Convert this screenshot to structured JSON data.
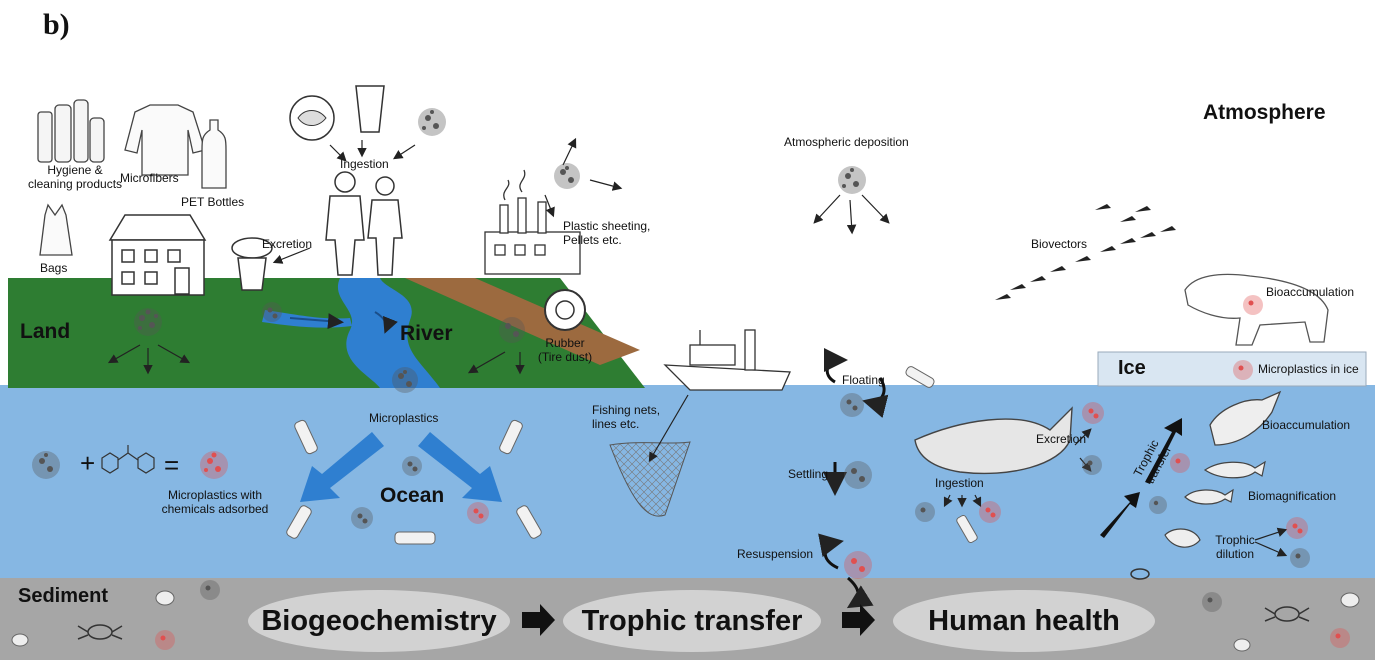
{
  "panel_label": "b)",
  "regions": {
    "atmosphere": "Atmosphere",
    "land": "Land",
    "river": "River",
    "ocean": "Ocean",
    "ice": "Ice",
    "sediment": "Sediment"
  },
  "labels": {
    "hygiene": "Hygiene &\ncleaning products",
    "microfibers": "Microfibers",
    "pet_bottles": "PET Bottles",
    "bags": "Bags",
    "ingestion_human": "Ingestion",
    "excretion_human": "Excretion",
    "plastic_sheeting": "Plastic sheeting,\nPellets etc.",
    "rubber": "Rubber\n(Tire dust)",
    "microplastics": "Microplastics",
    "microplastics_chemicals": "Microplastics with\nchemicals adsorbed",
    "atmospheric_deposition": "Atmospheric deposition",
    "biovectors": "Biovectors",
    "bioaccumulation_bear": "Bioaccumulation",
    "microplastics_ice": "Microplastics in ice",
    "fishing_nets": "Fishing nets,\nlines etc.",
    "floating": "Floating",
    "settling": "Settling",
    "resuspension": "Resuspension",
    "ingestion_whale": "Ingestion",
    "excretion_whale": "Excretion",
    "trophic_transfer_arrow": "Trophic\ntransfer",
    "bioaccumulation_seal": "Bioaccumulation",
    "biomagnification": "Biomagnification",
    "trophic_dilution": "Trophic\ndilution"
  },
  "flow": [
    "Biogeochemistry",
    "Trophic transfer",
    "Human health"
  ],
  "colors": {
    "land": "#2e7d32",
    "ocean": "#86b7e3",
    "river": "#2f7fd0",
    "sediment": "#a6a6a6",
    "ice": "#d9e6f2",
    "soil": "#9c6a3f",
    "pill": "#d2d2d2",
    "microplastic_red": "#e05050",
    "microplastic_grey": "#555555"
  }
}
